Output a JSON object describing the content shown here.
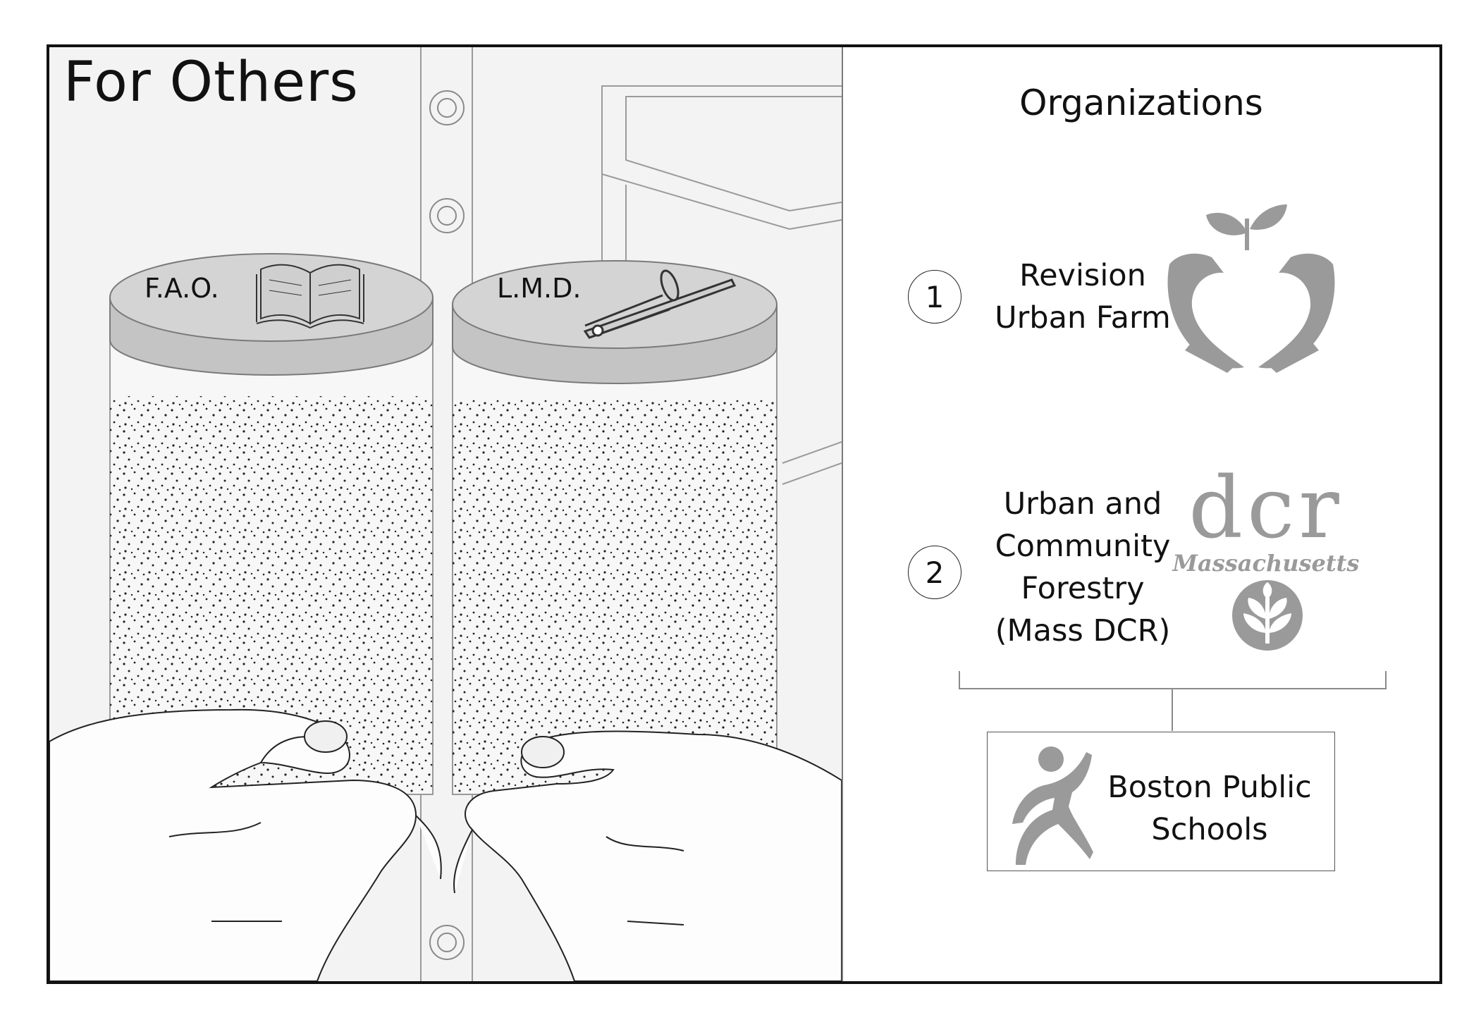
{
  "left": {
    "title": "For Others",
    "jars": [
      {
        "label": "F.A.O.",
        "icon": "open-book-icon"
      },
      {
        "label": "L.M.D.",
        "icon": "trombone-icon"
      }
    ]
  },
  "right": {
    "heading": "Organizations",
    "organizations": [
      {
        "number": "1",
        "name": "Revision\nUrban Farm",
        "logo": "heart-hands-sprout-logo"
      },
      {
        "number": "2",
        "name": "Urban and\nCommunity\nForestry\n(Mass DCR)",
        "logo": "dcr-massachusetts-logo",
        "logo_text": {
          "main": "dcr",
          "sub": "Massachusetts"
        }
      }
    ],
    "partner": {
      "name": "Boston Public\nSchools",
      "logo": "running-figure-logo"
    }
  },
  "colors": {
    "logo_gray": "#9a9a9a",
    "panel_bg": "#f3f3f4",
    "jar_lid": "#cbcbcb",
    "ink": "#111111"
  }
}
